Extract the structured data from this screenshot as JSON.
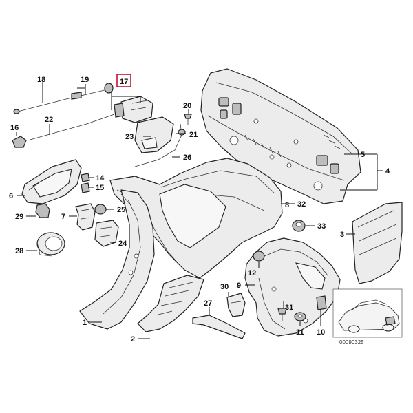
{
  "highlighted_part": "17",
  "highlight_color": "#c8102e",
  "reference_code": "00090325",
  "callouts": {
    "c1": "1",
    "c2": "2",
    "c3": "3",
    "c4": "4",
    "c5": "5",
    "c6": "6",
    "c7": "7",
    "c8": "8",
    "c9": "9",
    "c10": "10",
    "c11": "11",
    "c12": "12",
    "c14": "14",
    "c15": "15",
    "c16": "16",
    "c17": "17",
    "c18": "18",
    "c19": "19",
    "c20": "20",
    "c21": "21",
    "c22": "22",
    "c23": "23",
    "c24": "24",
    "c25": "25",
    "c26": "26",
    "c27": "27",
    "c28": "28",
    "c29": "29",
    "c30": "30",
    "c31": "31",
    "c32": "32",
    "c33": "33"
  }
}
